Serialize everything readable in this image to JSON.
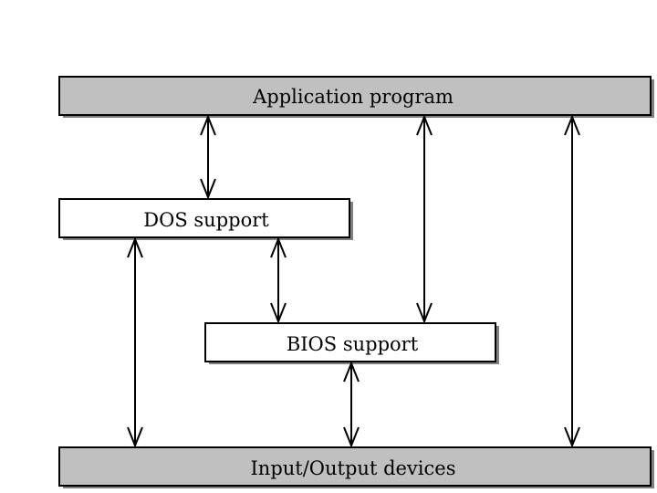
{
  "diagram": {
    "colors": {
      "shaded_fill": "#c0c0c0",
      "plain_fill": "#ffffff",
      "stroke": "#000000",
      "shadow": "#808080"
    },
    "boxes": {
      "application": {
        "label": "Application program",
        "fill": "shaded"
      },
      "dos": {
        "label": "DOS support",
        "fill": "plain"
      },
      "bios": {
        "label": "BIOS support",
        "fill": "plain"
      },
      "io": {
        "label": "Input/Output devices",
        "fill": "shaded"
      }
    },
    "connections": [
      {
        "from": "application",
        "to": "dos",
        "direction": "bidirectional"
      },
      {
        "from": "application",
        "to": "bios",
        "direction": "bidirectional"
      },
      {
        "from": "application",
        "to": "io",
        "direction": "bidirectional"
      },
      {
        "from": "dos",
        "to": "bios",
        "direction": "bidirectional"
      },
      {
        "from": "dos",
        "to": "io",
        "direction": "bidirectional"
      },
      {
        "from": "bios",
        "to": "io",
        "direction": "bidirectional"
      }
    ]
  }
}
